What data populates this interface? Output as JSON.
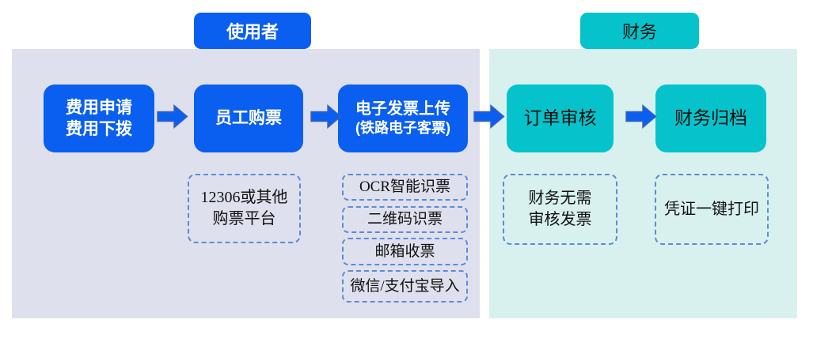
{
  "colors": {
    "primary_blue": "#0a5ff0",
    "teal": "#06c3cb",
    "user_panel_bg": "#dfe0ed",
    "finance_panel_bg": "#d8f1ee",
    "dashed_border_blue": "#5b8bd9",
    "arrow_outline": "#3a62b0"
  },
  "lanes": {
    "user": {
      "label": "使用者"
    },
    "finance": {
      "label": "财务"
    }
  },
  "steps": [
    {
      "line1": "费用申请",
      "line2": "费用下拨"
    },
    {
      "line1": "员工购票"
    },
    {
      "line1": "电子发票上传",
      "line2": "(铁路电子客票)"
    },
    {
      "line1": "订单审核"
    },
    {
      "line1": "财务归档"
    }
  ],
  "notes": {
    "purchase_platform": {
      "line1": "12306或其他",
      "line2": "购票平台"
    },
    "upload_methods": [
      "OCR智能识票",
      "二维码识票",
      "邮箱收票",
      "微信/支付宝导入"
    ],
    "finance_review": {
      "line1": "财务无需",
      "line2": "审核发票"
    },
    "archive": {
      "line1": "凭证一键打印"
    }
  }
}
